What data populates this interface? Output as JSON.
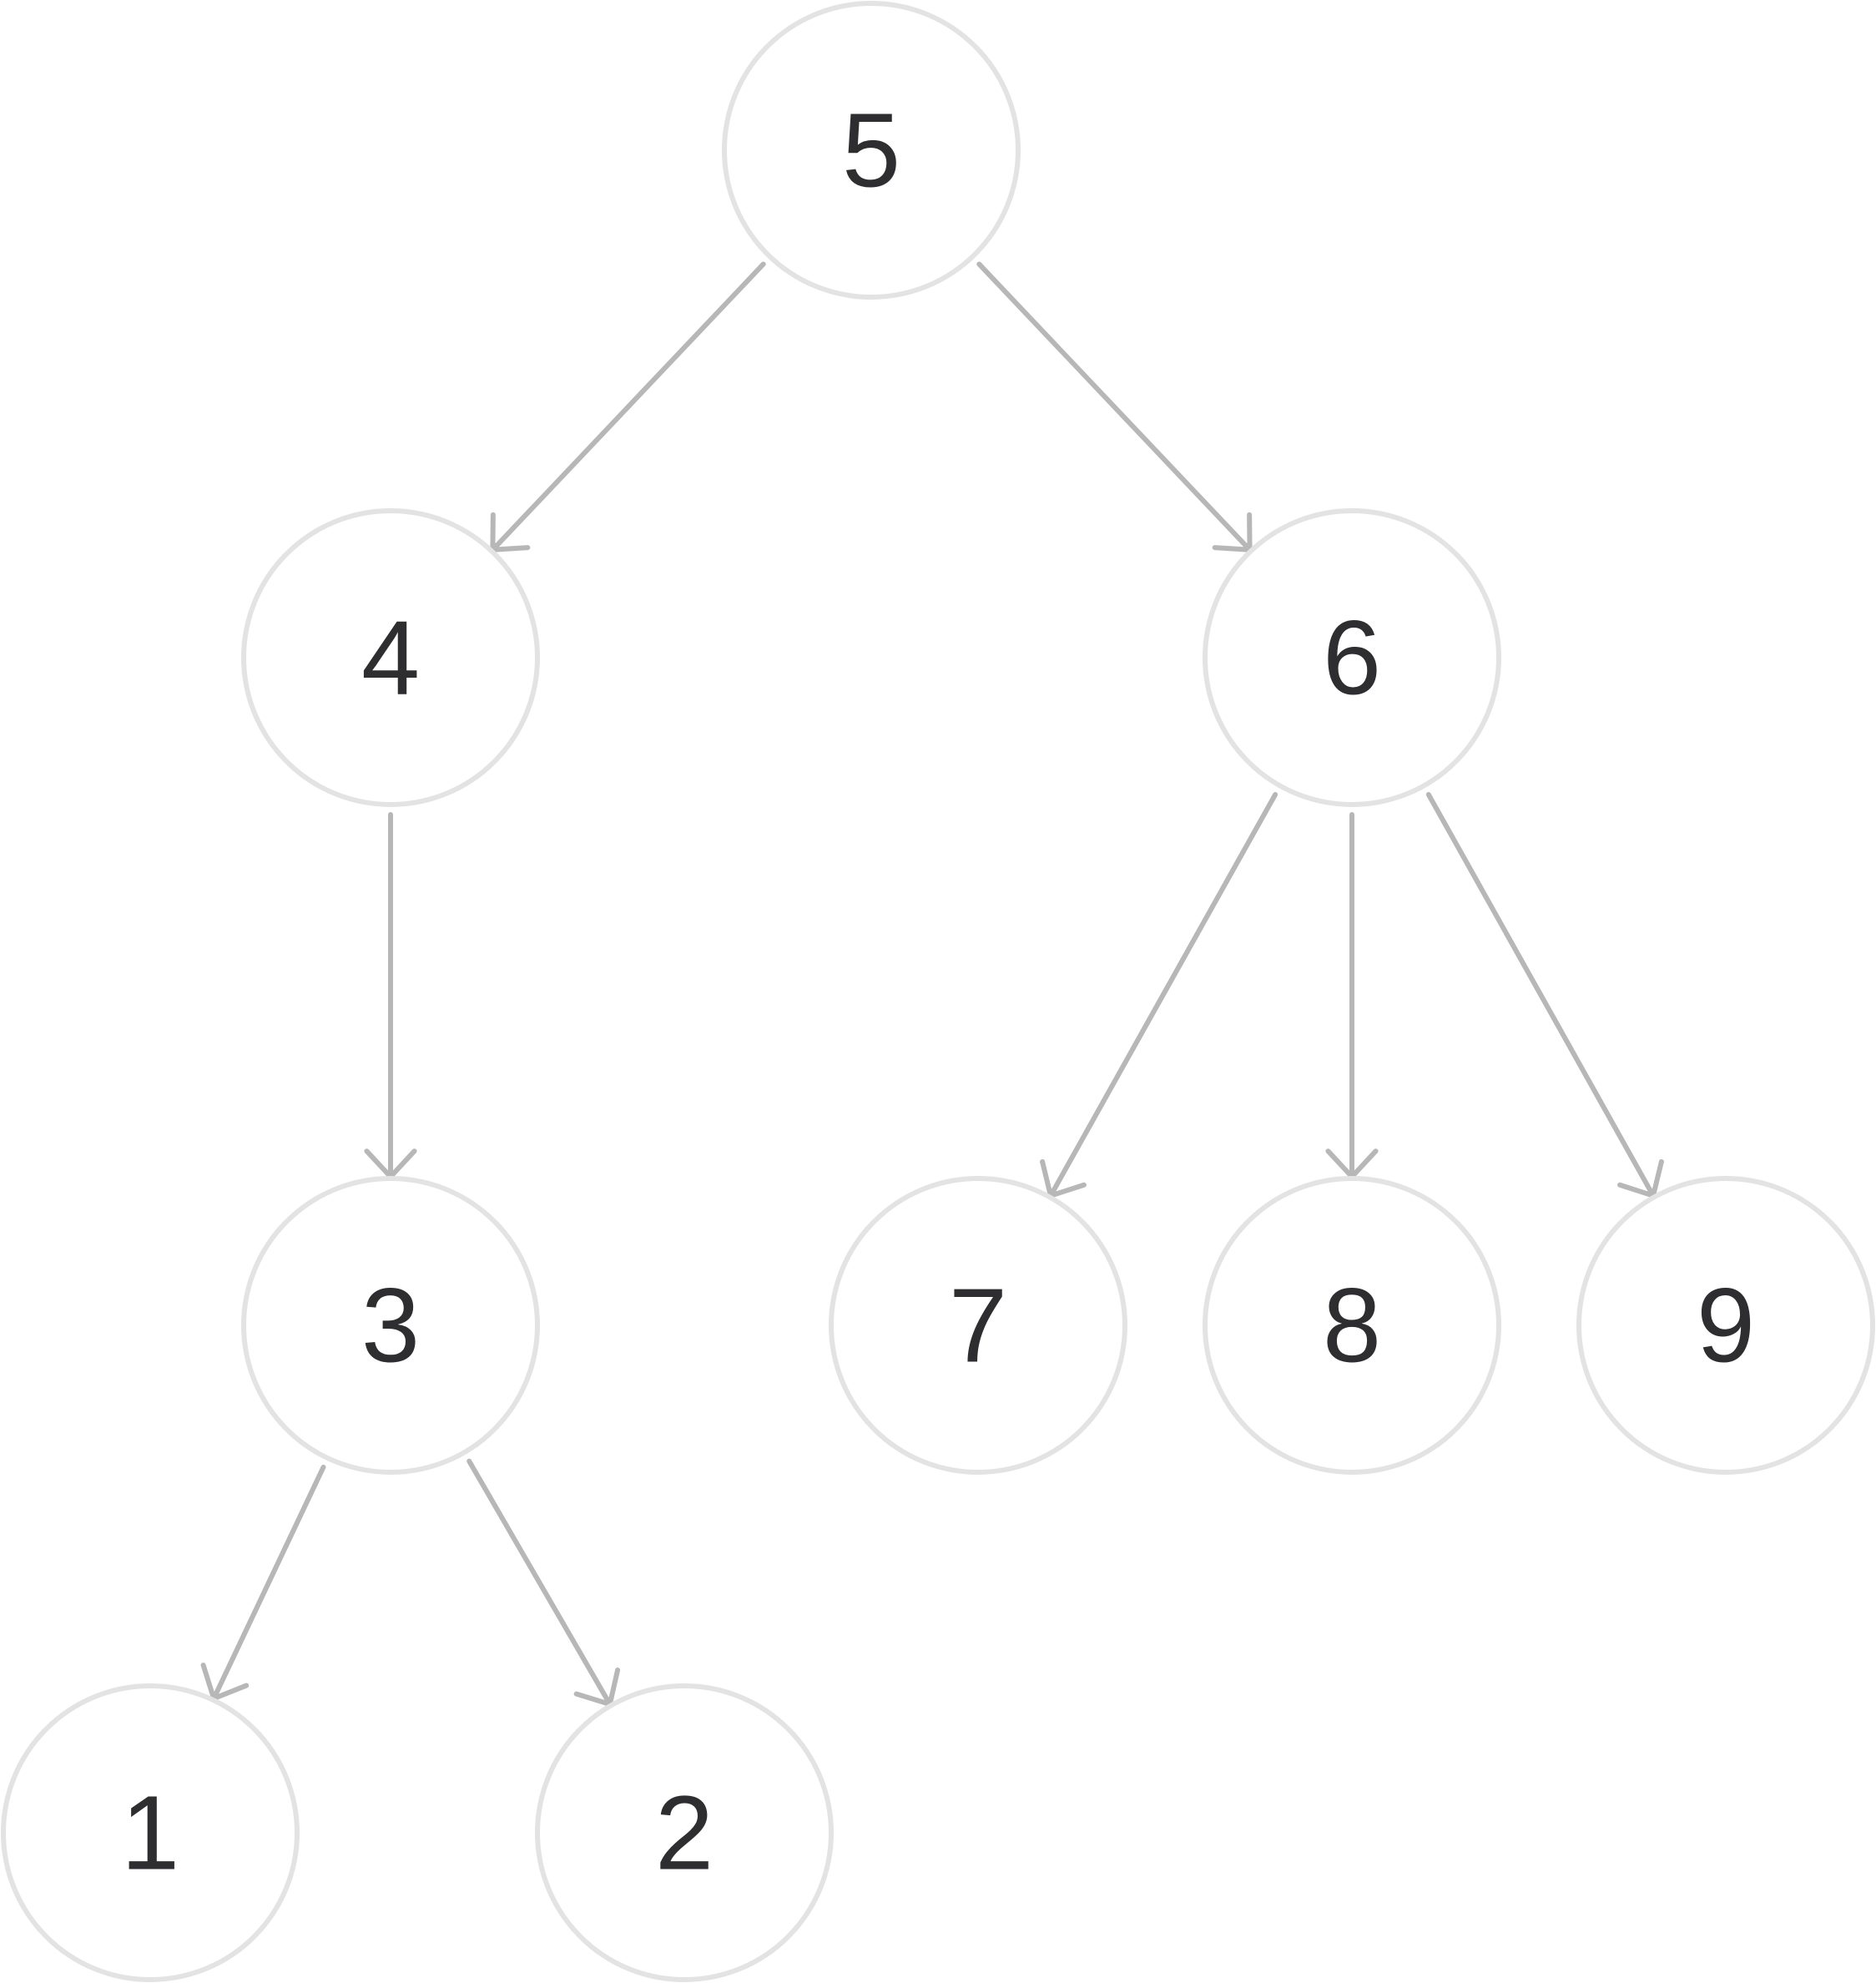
{
  "diagram": {
    "type": "tree",
    "colors": {
      "node_border": "#e3e3e3",
      "node_fill": "#ffffff",
      "edge": "#b7b7b7",
      "label": "#2e2e30"
    },
    "nodes": [
      {
        "id": "n5",
        "label": "5"
      },
      {
        "id": "n4",
        "label": "4"
      },
      {
        "id": "n6",
        "label": "6"
      },
      {
        "id": "n3",
        "label": "3"
      },
      {
        "id": "n7",
        "label": "7"
      },
      {
        "id": "n8",
        "label": "8"
      },
      {
        "id": "n9",
        "label": "9"
      },
      {
        "id": "n1",
        "label": "1"
      },
      {
        "id": "n2",
        "label": "2"
      }
    ],
    "edges": [
      {
        "from": "n5",
        "to": "n4"
      },
      {
        "from": "n5",
        "to": "n6"
      },
      {
        "from": "n4",
        "to": "n3"
      },
      {
        "from": "n6",
        "to": "n7"
      },
      {
        "from": "n6",
        "to": "n8"
      },
      {
        "from": "n6",
        "to": "n9"
      },
      {
        "from": "n3",
        "to": "n1"
      },
      {
        "from": "n3",
        "to": "n2"
      }
    ]
  }
}
